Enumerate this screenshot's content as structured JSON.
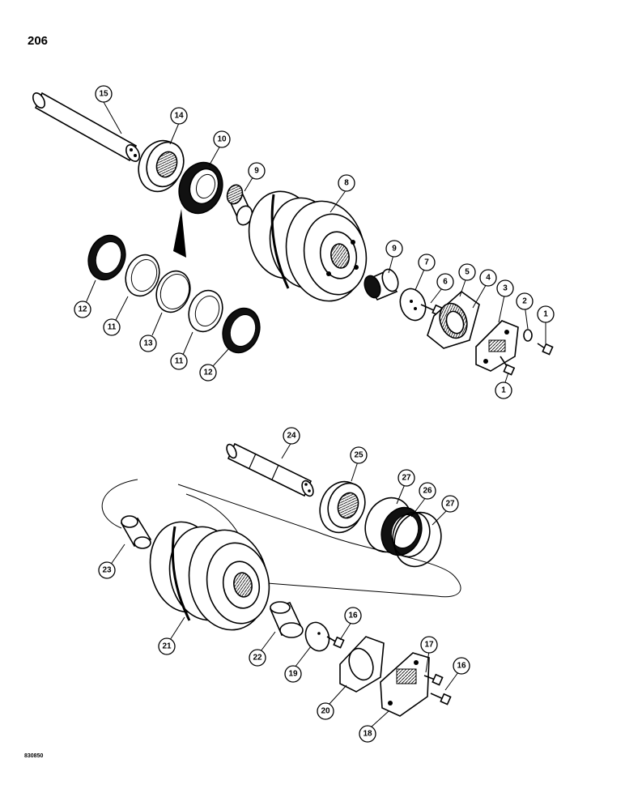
{
  "page": {
    "number": "206",
    "figure_code": "830850"
  },
  "callouts": {
    "c1a": "1",
    "c1b": "1",
    "c2": "2",
    "c3": "3",
    "c4": "4",
    "c5": "5",
    "c6": "6",
    "c7": "7",
    "c8": "8",
    "c9a": "9",
    "c9b": "9",
    "c10": "10",
    "c11a": "11",
    "c11b": "11",
    "c12a": "12",
    "c12b": "12",
    "c13": "13",
    "c14": "14",
    "c15": "15",
    "c16a": "16",
    "c16b": "16",
    "c17": "17",
    "c18": "18",
    "c19": "19",
    "c20": "20",
    "c21": "21",
    "c22": "22",
    "c23": "23",
    "c24": "24",
    "c25": "25",
    "c26": "26",
    "c27a": "27",
    "c27b": "27"
  }
}
